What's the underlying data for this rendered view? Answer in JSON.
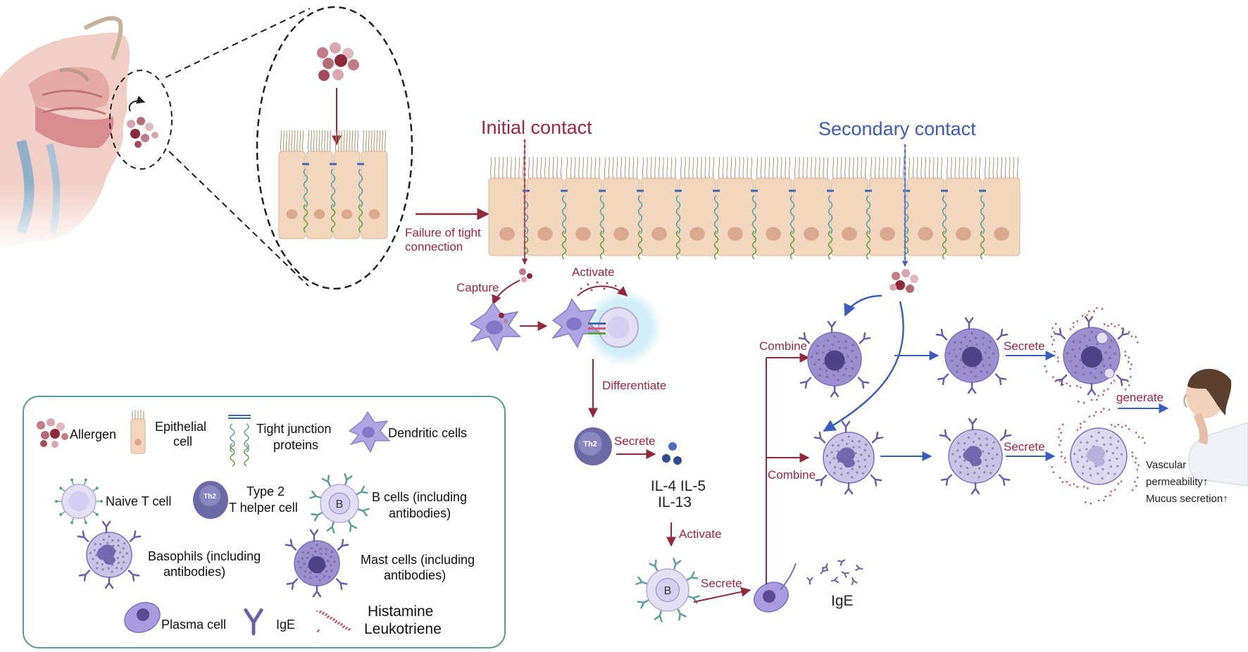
{
  "colors": {
    "red_arrow": "#8e2a3b",
    "blue_arrow": "#3a5dbf",
    "red_text": "#a0263f",
    "blue_text": "#3b5bb5",
    "epithelium": "#f2d6bd",
    "nucleus": "#d9a88e",
    "cilia": "#b98f6d",
    "tj_blue": "#3d67b1",
    "tj_green": "#65a23c",
    "dendritic": "#aea6e2",
    "naive_t": "#e3e0f5",
    "th2": "#6c6aa6",
    "mast": "#9b8fcd",
    "igE": "#6c5ea8",
    "allergen_dark": "#8e2a3b",
    "allergen_light": "#d8a6ad"
  },
  "labels": {
    "initial_contact": "Initial contact",
    "secondary_contact": "Secondary contact",
    "failure_line1": "Failure of tight",
    "failure_line2": "connection",
    "capture": "Capture",
    "activate_top": "Activate",
    "differentiate": "Differentiate",
    "secrete_th2": "Secrete",
    "il_line1": "IL-4  IL-5",
    "il_line2": "IL-13",
    "activate_b": "Activate",
    "secrete_b": "Secrete",
    "ige": "IgE",
    "combine_top": "Combine",
    "combine_bottom": "Combine",
    "secrete_mast": "Secrete",
    "secrete_baso": "Secrete",
    "generate": "generate",
    "vascular_line1": "Vascular",
    "vascular_line2": "permeability↑",
    "mucus": "Mucus secretion↑",
    "th2_badge": "Th2",
    "b_badge": "B"
  },
  "legend": {
    "allergen": "Allergen",
    "epithelial_line1": "Epithelial",
    "epithelial_line2": "cell",
    "tight_line1": "Tight junction",
    "tight_line2": "proteins",
    "dendritic": "Dendritic cells",
    "naive": "Naive T cell",
    "th2_line1": "Type 2",
    "th2_line2": "T helper cell",
    "bcell_line1": "B cells (including",
    "bcell_line2": "antibodies)",
    "baso_line1": "Basophils (including",
    "baso_line2": "antibodies)",
    "mast_line1": "Mast cells (including",
    "mast_line2": "antibodies)",
    "plasma": "Plasma cell",
    "ige": "IgE",
    "histamine": "Histamine",
    "leukotriene": "Leukotriene",
    "th2_badge": "Th2",
    "b_badge": "B"
  }
}
